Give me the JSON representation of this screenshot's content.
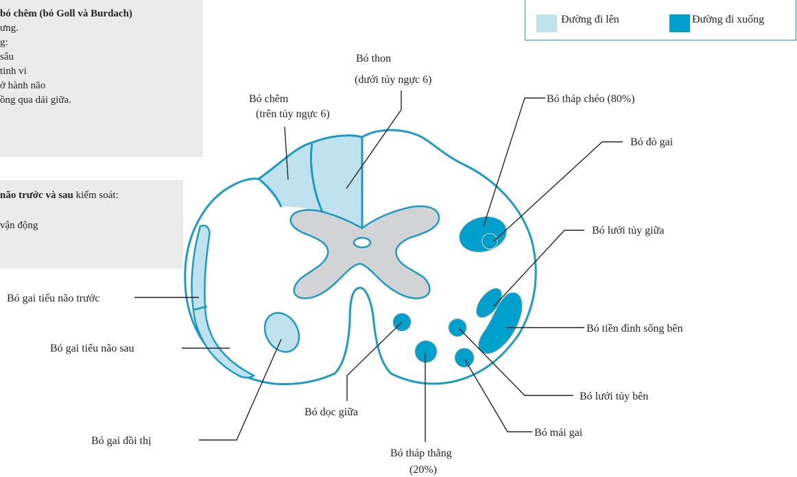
{
  "info_box_top": {
    "lines": [
      {
        "bold": "bó chêm (bó Goll và Burdach)",
        "normal": ""
      },
      {
        "bold": "",
        "normal": "ưng."
      },
      {
        "bold": "",
        "normal": "g:"
      },
      {
        "bold": "",
        "normal": "sâu"
      },
      {
        "bold": "",
        "normal": "tinh vi"
      },
      {
        "bold": "",
        "normal": "ở hành não"
      },
      {
        "bold": "",
        "normal": "ồng qua dải giữa."
      }
    ]
  },
  "info_box_bottom": {
    "lines": [
      {
        "bold": "não trước và sau",
        "normal": " kiểm soát:"
      },
      {
        "bold": "",
        "normal": ""
      },
      {
        "bold": "",
        "normal": "vận động"
      }
    ]
  },
  "legend": {
    "ascending_label": "Đường đi lên",
    "descending_label": "Đường đi xuống",
    "ascending_color": "#bfe2ee",
    "descending_color": "#00a0cc"
  },
  "colors": {
    "outline": "#1a9bc4",
    "grey_matter": "#d2d3d5",
    "ascending": "#bfe2ee",
    "descending": "#00a0cc"
  },
  "labels": {
    "bo_thon_1": "Bó thon",
    "bo_thon_2": "(dưới tủy ngực 6)",
    "bo_chem_1": "Bó chêm",
    "bo_chem_2": "(trên tủy ngực 6)",
    "bo_thap_cheo": "Bó tháp chéo (80%)",
    "bo_do_gai": "Bó đỏ gai",
    "bo_luoi_tuy_giua": "Bó lưới tủy giữa",
    "bo_tien_dinh_song_ben": "Bó tiền đình sống bên",
    "bo_luoi_tuy_ben": "Bó lưới tủy bên",
    "bo_mai_gai": "Bó mái gai",
    "bo_thap_thang_1": "Bó tháp thẳng",
    "bo_thap_thang_2": "(20%)",
    "bo_doc_giua": "Bó dọc giữa",
    "bo_gai_doi_thi": "Bó gai đồi thị",
    "bo_gai_tieu_nao_sau": "Bó gai tiểu não sau",
    "bo_gai_tieu_nao_truoc": "Bó gai tiểu não trước"
  }
}
